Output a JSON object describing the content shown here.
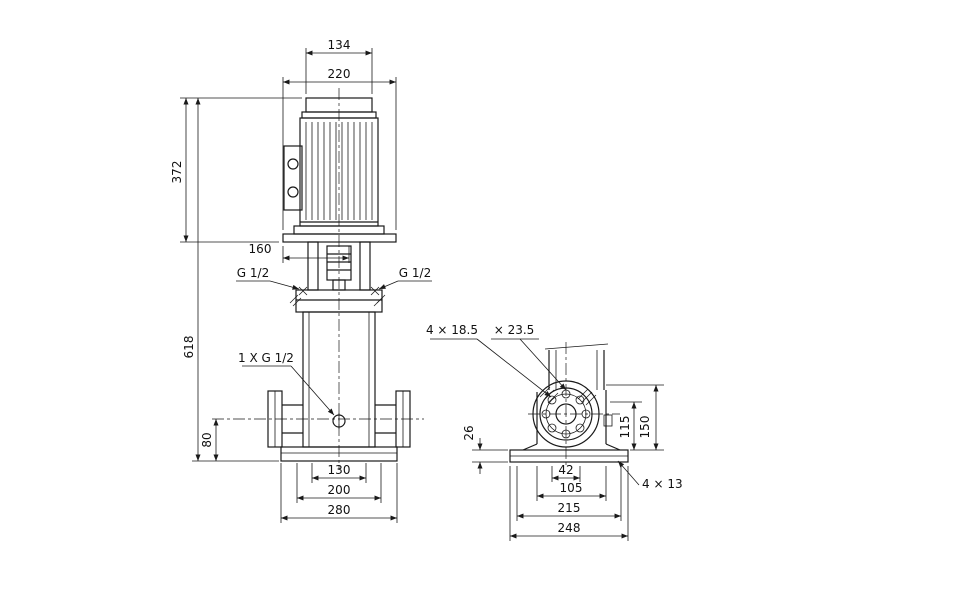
{
  "colors": {
    "line": "#1a1a1a",
    "background": "#ffffff"
  },
  "front": {
    "dim_134": "134",
    "dim_220": "220",
    "dim_372": "372",
    "dim_160": "160",
    "dim_618": "618",
    "dim_80": "80",
    "dim_130": "130",
    "dim_200": "200",
    "dim_280": "280",
    "port_left": "G 1/2",
    "port_right": "G 1/2",
    "drain": "1 X G 1/2"
  },
  "side": {
    "dim_holes": "4 × 18.5",
    "dim_cbore": "× 23.5",
    "dim_26": "26",
    "dim_115": "115",
    "dim_150": "150",
    "dim_42": "42",
    "dim_105": "105",
    "dim_215": "215",
    "dim_248": "248",
    "base_holes": "4 × 13"
  }
}
